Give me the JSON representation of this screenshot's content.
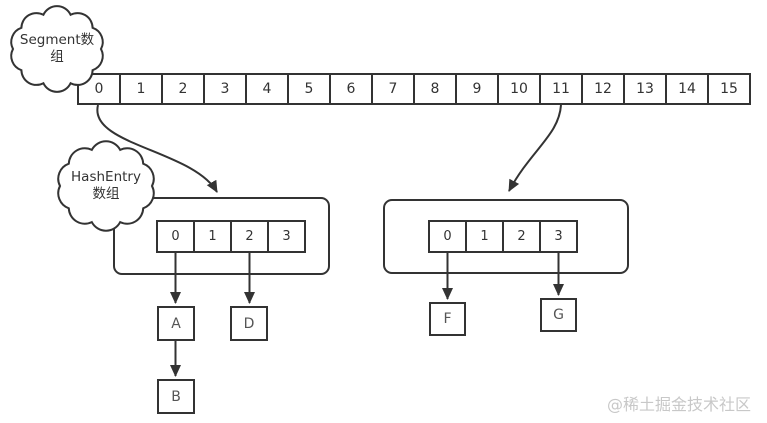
{
  "canvas": {
    "background": "#ffffff",
    "line_color": "#333333",
    "watermark_color": "#c8c8c8"
  },
  "clouds": {
    "segment": {
      "line1": "Segment数",
      "line2": "组"
    },
    "hashentry": {
      "line1": "HashEntry",
      "line2": "数组"
    }
  },
  "segment_array": {
    "cells": [
      "0",
      "1",
      "2",
      "3",
      "4",
      "5",
      "6",
      "7",
      "8",
      "9",
      "10",
      "11",
      "12",
      "13",
      "14",
      "15"
    ]
  },
  "hashentry_arrays": {
    "left": {
      "cells": [
        "0",
        "1",
        "2",
        "3"
      ]
    },
    "right": {
      "cells": [
        "0",
        "1",
        "2",
        "3"
      ]
    }
  },
  "nodes": {
    "a": "A",
    "b": "B",
    "d": "D",
    "f": "F",
    "g": "G"
  },
  "watermark": "@稀土掘金技术社区"
}
